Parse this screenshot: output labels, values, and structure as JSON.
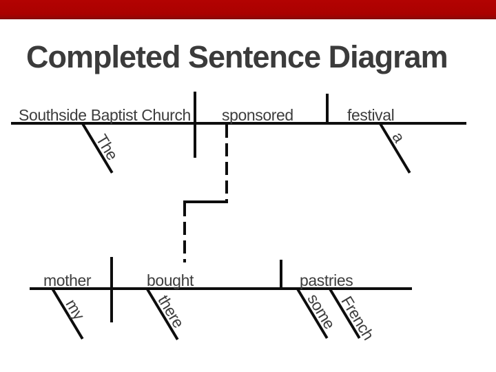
{
  "slide": {
    "title": "Completed Sentence Diagram"
  },
  "colors": {
    "accent_red": "#aa0100",
    "line_black": "#0d0d0d",
    "text_gray": "#3d3d3d"
  },
  "diagram": {
    "clause1": {
      "subject": "Southside Baptist Church",
      "verb": "sponsored",
      "object": "festival",
      "subject_modifier": "The",
      "object_modifier": "a"
    },
    "connector": {
      "style": "dashed",
      "from": "sponsored",
      "to": "bought"
    },
    "clause2": {
      "subject": "mother",
      "verb": "bought",
      "object": "pastries",
      "subject_modifier": "my",
      "verb_modifier": "there",
      "object_modifier_1": "some",
      "object_modifier_2": "French"
    }
  }
}
